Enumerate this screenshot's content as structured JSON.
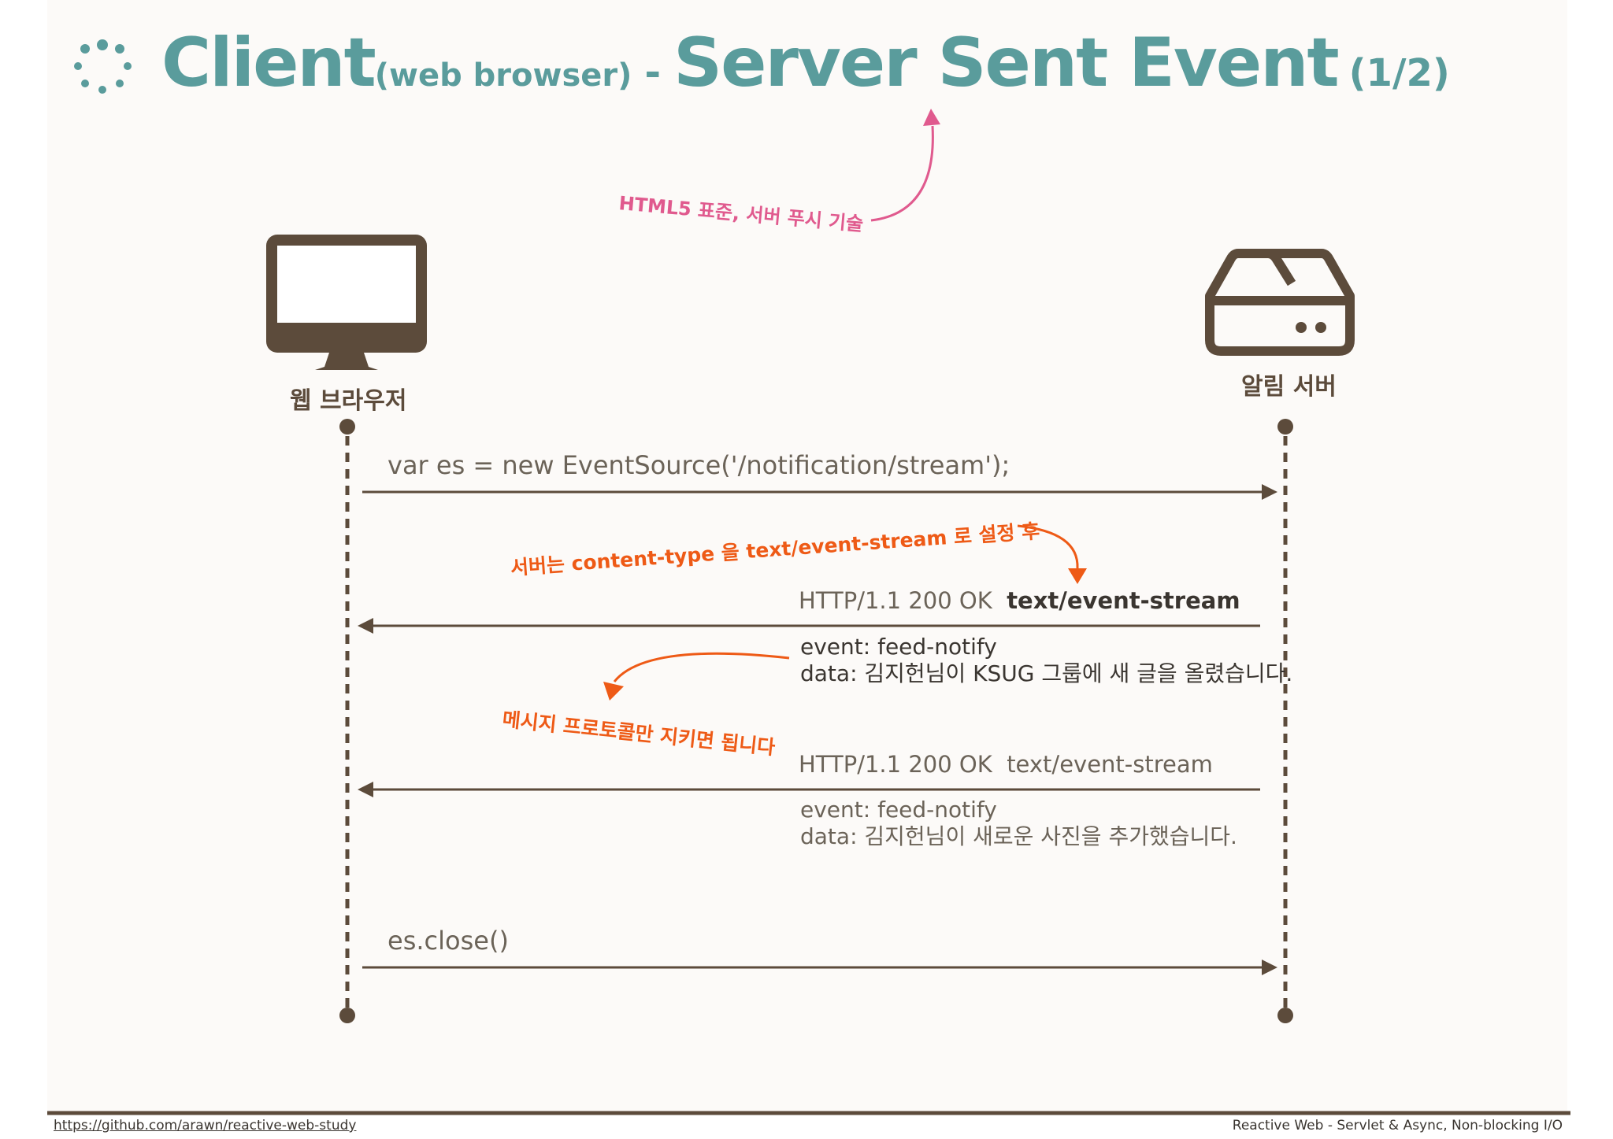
{
  "title": {
    "main": "Client",
    "sub": "(web browser)",
    "separator": "-",
    "topic": "Server Sent Event",
    "page": "(1/2)"
  },
  "annotations": {
    "html5_note": "HTML5 표준, 서버 푸시 기술",
    "content_type_note": "서버는 content-type 을 text/event-stream 로 설정 후",
    "protocol_note": "메시지 프로토콜만 지키면 됩니다"
  },
  "actors": {
    "client": {
      "label": "웹 브라우저",
      "icon": "monitor-icon"
    },
    "server": {
      "label": "알림 서버",
      "icon": "server-icon"
    }
  },
  "messages": [
    {
      "text": "var es = new EventSource('/notification/stream');"
    },
    {
      "status": "HTTP/1.1 200 OK",
      "type": "text/event-stream",
      "event": "event: feed-notify",
      "data": "data: 김지헌님이 KSUG 그룹에 새 글을 올렸습니다."
    },
    {
      "status": "HTTP/1.1 200 OK",
      "type": "text/event-stream",
      "event": "event: feed-notify",
      "data": "data: 김지헌님이 새로운 사진을 추가했습니다."
    },
    {
      "text": "es.close()"
    }
  ],
  "footer": {
    "link": "https://github.com/arawn/reactive-web-study",
    "caption": "Reactive Web - Servlet & Async, Non-blocking I/O"
  },
  "colors": {
    "title": "#5a9c9c",
    "lines": "#5c4b3b",
    "pink_note": "#e05a8e",
    "orange_note": "#ee5a16"
  }
}
